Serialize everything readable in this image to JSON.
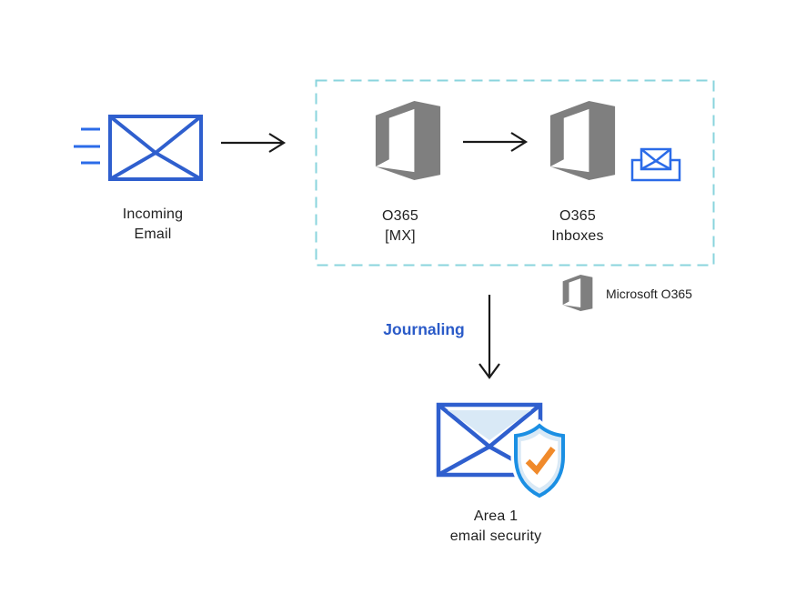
{
  "diagram": {
    "nodes": {
      "incoming_email": {
        "label_line1": "Incoming",
        "label_line2": "Email"
      },
      "o365_mx": {
        "label_line1": "O365",
        "label_line2": "[MX]"
      },
      "o365_inboxes": {
        "label_line1": "O365",
        "label_line2": "Inboxes"
      },
      "area1": {
        "label_line1": "Area 1",
        "label_line2": "email security"
      }
    },
    "legend": {
      "label": "Microsoft O365"
    },
    "flow": {
      "journaling_label": "Journaling"
    },
    "icons": {
      "incoming_email": "envelope-with-speed-lines-icon",
      "o365_mx": "office-logo-icon",
      "o365_inboxes": "office-logo-icon",
      "inbox_badge": "inbox-envelope-icon",
      "legend": "office-logo-icon",
      "area1": "envelope-shield-check-icon",
      "arrows": [
        "arrow-right-icon",
        "arrow-right-icon",
        "arrow-down-icon"
      ]
    }
  },
  "colors": {
    "bg": "#ffffff",
    "text": "#1f1f1f",
    "arrow": "#1a1a1a",
    "royal_blue": "#2f5fce",
    "bright_blue": "#2b6be8",
    "azure": "#1b8fe3",
    "light_blue": "#d9e9f6",
    "orange": "#f08a2b",
    "gray": "#7f7f7f",
    "dash_border": "#8ad4dd",
    "journal_blue": "#2b5bc8"
  }
}
